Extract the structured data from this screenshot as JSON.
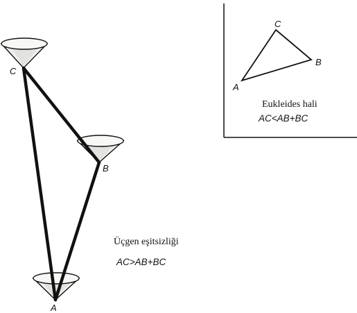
{
  "colors": {
    "ink": "#111111",
    "cone_fill": "#f1f1ef",
    "cone_shade": "#d6d6d2",
    "background": "#ffffff"
  },
  "minkowski": {
    "vertices": {
      "A": "A",
      "B": "B",
      "C": "C"
    },
    "caption": "Üçgen eşitsizliği",
    "formula": "AC>AB+BC"
  },
  "euclid": {
    "vertices": {
      "A": "A",
      "B": "B",
      "C": "C"
    },
    "caption": "Eukleides hali",
    "formula": "AC<AB+BC"
  }
}
